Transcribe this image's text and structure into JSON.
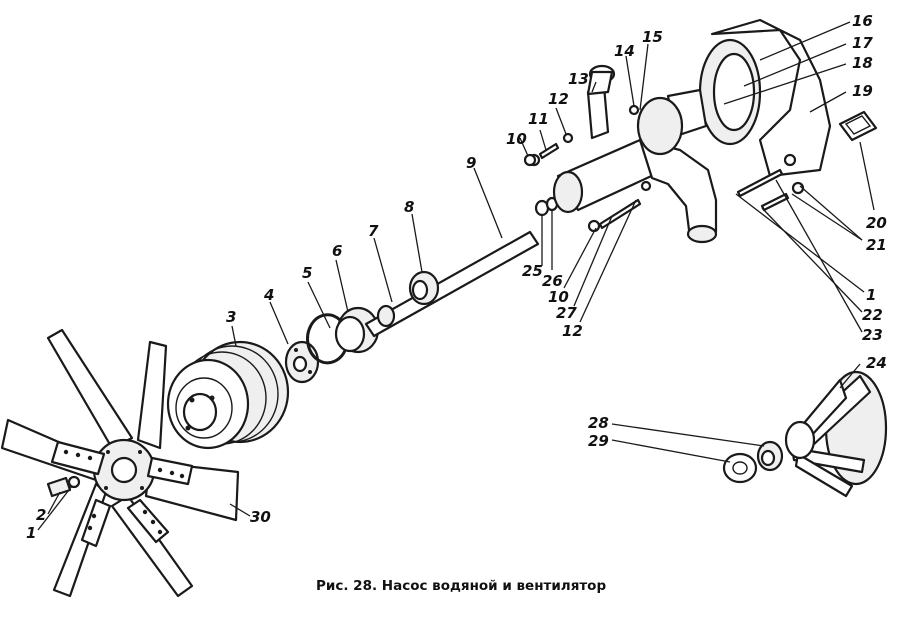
{
  "caption": "Рис. 28. Насос водяной и вентилятор",
  "part_numbers": {
    "p1": "1",
    "p1b": "1",
    "p2": "2",
    "p3": "3",
    "p4": "4",
    "p5": "5",
    "p6": "6",
    "p7": "7",
    "p8": "8",
    "p9": "9",
    "p10": "10",
    "p10b": "10",
    "p11": "11",
    "p12": "12",
    "p12b": "12",
    "p13": "13",
    "p14": "14",
    "p15": "15",
    "p16": "16",
    "p17": "17",
    "p18": "18",
    "p19": "19",
    "p20": "20",
    "p21": "21",
    "p22": "22",
    "p23": "23",
    "p24": "24",
    "p25": "25",
    "p26": "26",
    "p27": "27",
    "p28": "28",
    "p29": "29",
    "p30": "30"
  }
}
